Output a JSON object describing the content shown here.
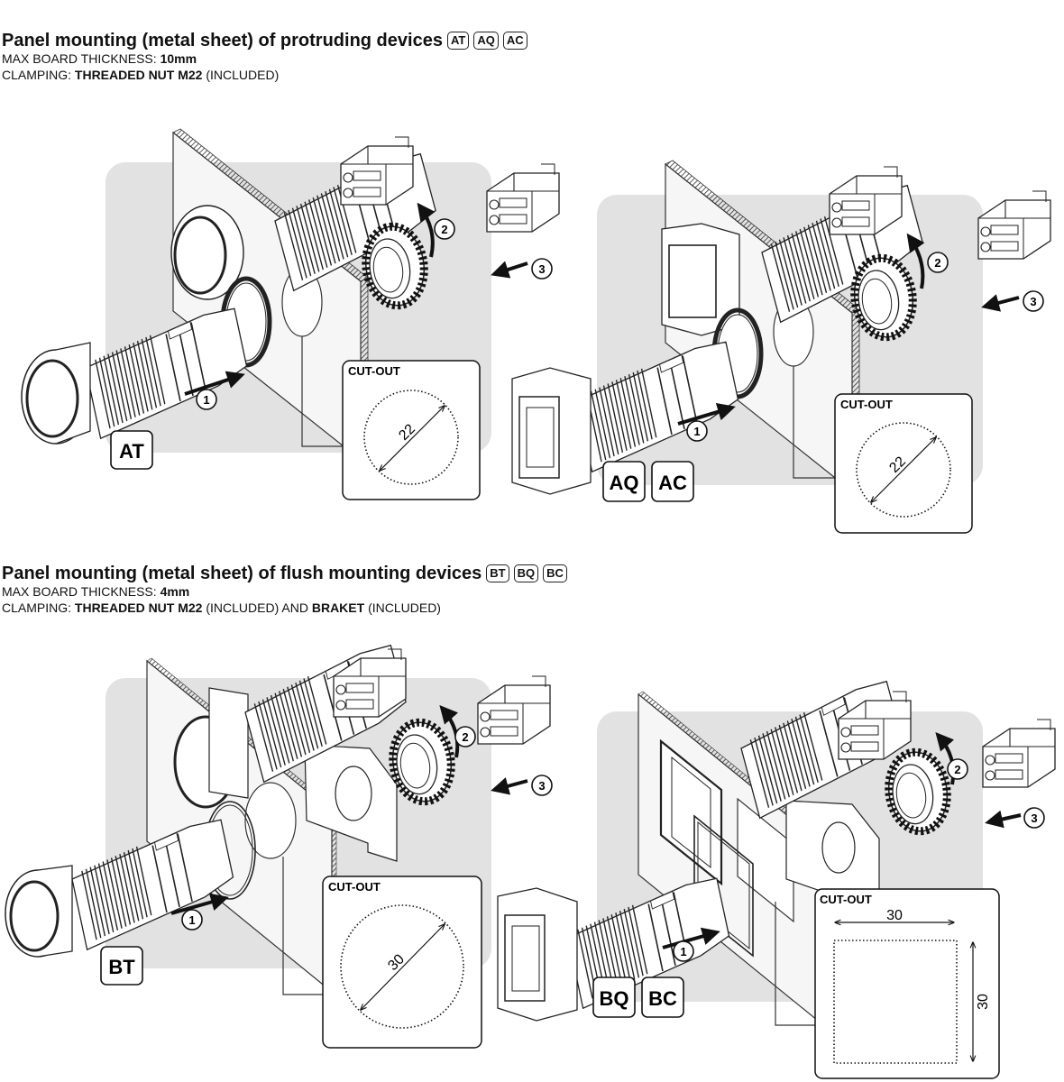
{
  "sections": [
    {
      "title": "Panel mounting (metal sheet) of protruding devices",
      "badges": [
        "AT",
        "AQ",
        "AC"
      ],
      "thickness_label": "MAX BOARD THICKNESS:",
      "thickness_value": "10mm",
      "clamping_label": "CLAMPING:",
      "clamping_value": "THREADED NUT M22",
      "clamping_suffix": "(INCLUDED)"
    },
    {
      "title": "Panel mounting (metal sheet) of flush mounting devices",
      "badges": [
        "BT",
        "BQ",
        "BC"
      ],
      "thickness_label": "MAX BOARD THICKNESS:",
      "thickness_value": "4mm",
      "clamping_label": "CLAMPING:",
      "clamping_value": "THREADED NUT M22",
      "clamping_mid": "(INCLUDED) AND",
      "clamping_value2": "BRAKET",
      "clamping_suffix": "(INCLUDED)"
    }
  ],
  "diagrams": {
    "cutout_label": "CUT-OUT",
    "step1": "1",
    "step2": "2",
    "step3": "3",
    "dim_22": "22",
    "dim_30": "30",
    "dev_at": "AT",
    "dev_aq": "AQ",
    "dev_ac": "AC",
    "dev_bt": "BT",
    "dev_bq": "BQ",
    "dev_bc": "BC"
  }
}
